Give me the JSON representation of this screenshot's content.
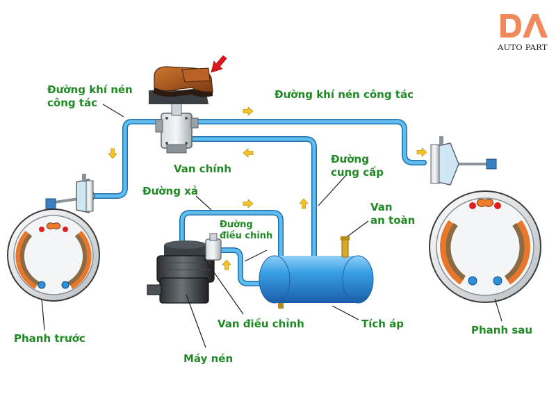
{
  "logo": {
    "mark": "DA",
    "text": "AUTO PART",
    "color": "#f08a5d"
  },
  "labels": {
    "duong_khi_nen_cong_tac_left": [
      "Đường khí nén",
      "công tác"
    ],
    "duong_khi_nen_cong_tac_top": "Đường khí nén công tác",
    "van_chinh": "Van chính",
    "duong_cung_cap": [
      "Đường",
      "cung cấp"
    ],
    "duong_xa": "Đường xả",
    "duong_dieu_chinh": [
      "Đường",
      "điều chỉnh"
    ],
    "van_an_toan": [
      "Van",
      "an toàn"
    ],
    "phanh_truoc": "Phanh trước",
    "phanh_sau": "Phanh sau",
    "van_dieu_chinh": "Van điều chỉnh",
    "tich_ap": "Tích áp",
    "may_nen": "Máy nén"
  },
  "colors": {
    "label": "#1f8a24",
    "air_line": "#3fa9e0",
    "tank": "#2e8fd8",
    "arrow": "#f3c42a",
    "pedal_arrow": "#e0161d"
  },
  "icons": [
    "boot-pedal-icon",
    "arrow-icon",
    "brake-drum-icon",
    "compressor-icon",
    "tank-icon"
  ]
}
